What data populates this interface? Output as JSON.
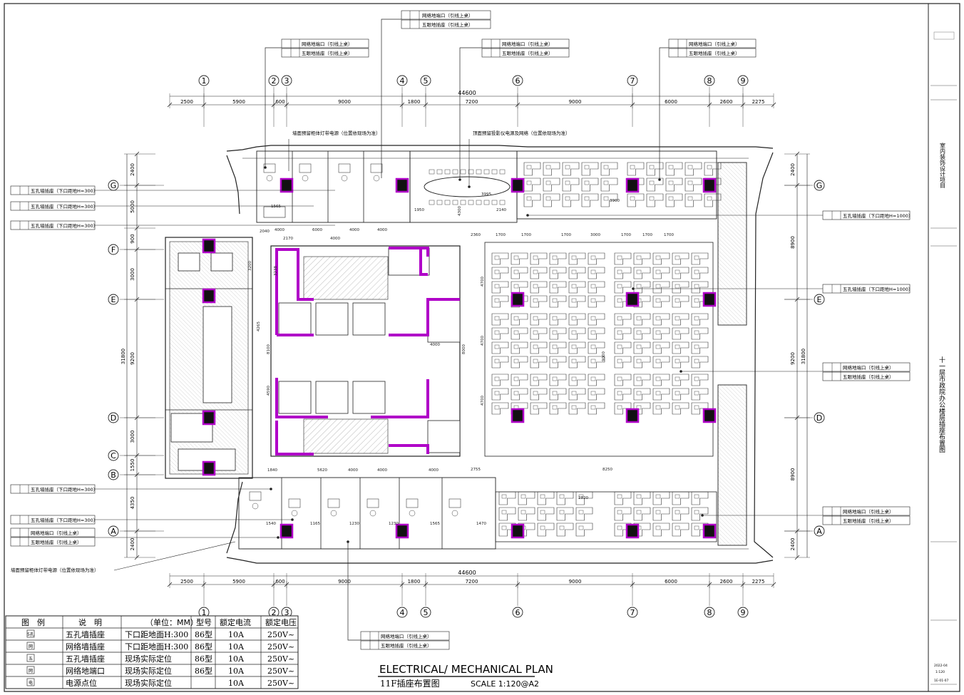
{
  "axes_top": [
    "1",
    "2",
    "3",
    "4",
    "5",
    "6",
    "7",
    "8",
    "9"
  ],
  "axes_side": [
    "G",
    "F",
    "E",
    "D",
    "C",
    "B",
    "A"
  ],
  "dims_top": [
    "2500",
    "5900",
    "600",
    "9000",
    "1800",
    "7200",
    "9000",
    "6000",
    "2600",
    "2275"
  ],
  "dims_total": "44600",
  "dims_left": [
    "2400",
    "5000",
    "900",
    "3000",
    "9200",
    "3000",
    "1550",
    "4350",
    "2400"
  ],
  "dim_left_total": "31800",
  "dims_right": [
    "2400",
    "8900",
    "9200",
    "8900",
    "2400"
  ],
  "dim_right_total": "31800",
  "interior_dims": [
    "4000",
    "4000",
    "6000",
    "2170",
    "4000",
    "4000",
    "5620",
    "4000",
    "4000",
    "1840",
    "4000",
    "1700",
    "1700",
    "1700",
    "3000",
    "1700",
    "1700",
    "1700",
    "2360",
    "4700",
    "4700",
    "4700",
    "9000",
    "8000",
    "8250",
    "3995",
    "4300",
    "1950",
    "2140",
    "3900",
    "1565",
    "2040",
    "2820",
    "1540",
    "1165",
    "1230",
    "1230",
    "1565",
    "1470",
    "2755",
    "3200",
    "8100",
    "4590",
    "4000",
    "3238",
    "4265"
  ],
  "callouts": {
    "net_floor": "网络地端口（引线上桌）",
    "five_hole_floor": "五眼地插座（引线上桌）",
    "five_hole_wall_300": "五孔墙插座（下口距地H=300）",
    "five_hole_wall_1000": "五孔墙插座（下口距地H=1000）",
    "wall_reserve_cabinet": "墙面预留柜体灯带电源（位置依现场为准）",
    "ceiling_projector": "顶面预留投影仪电源及网络（位置依现场为准）",
    "wall_reserve_cabinet_b": "墙面预留柜体灯带电源（位置依现场为准）"
  },
  "legend": {
    "headers": [
      "图　例",
      "说　明",
      "（单位：MM）",
      "型号",
      "额定电流",
      "额定电压"
    ],
    "rows": [
      {
        "symbol": "5孔",
        "desc": "五孔墙插座",
        "note": "下口距地面H:300",
        "model": "86型",
        "current": "10A",
        "voltage": "250V~"
      },
      {
        "symbol": "网",
        "desc": "网络墙插座",
        "note": "下口距地面H:300",
        "model": "86型",
        "current": "10A",
        "voltage": "250V~"
      },
      {
        "symbol": "五",
        "desc": "五孔墙插座",
        "note": "现场实际定位",
        "model": "86型",
        "current": "10A",
        "voltage": "250V~"
      },
      {
        "symbol": "网",
        "desc": "网络地端口",
        "note": "现场实际定位",
        "model": "86型",
        "current": "10A",
        "voltage": "250V~"
      },
      {
        "symbol": "电",
        "desc": "电源点位",
        "note": "现场实际定位",
        "model": "",
        "current": "10A",
        "voltage": "250V~"
      }
    ]
  },
  "title": {
    "main": "ELECTRICAL/ MECHANICAL PLAN",
    "sub": "11F插座布置图",
    "scale": "SCALE 1:120@A2"
  },
  "titleblock": {
    "project": "室内装饰设计项目",
    "drawing": "十一层市政院办公楼层插座布置图",
    "date": "2022-04",
    "scale_val": "1:120",
    "sheet_no": "1E-01-07"
  },
  "colors": {
    "line": "#222222",
    "magenta": "#b000c8",
    "hatch": "#9a9a9a"
  }
}
